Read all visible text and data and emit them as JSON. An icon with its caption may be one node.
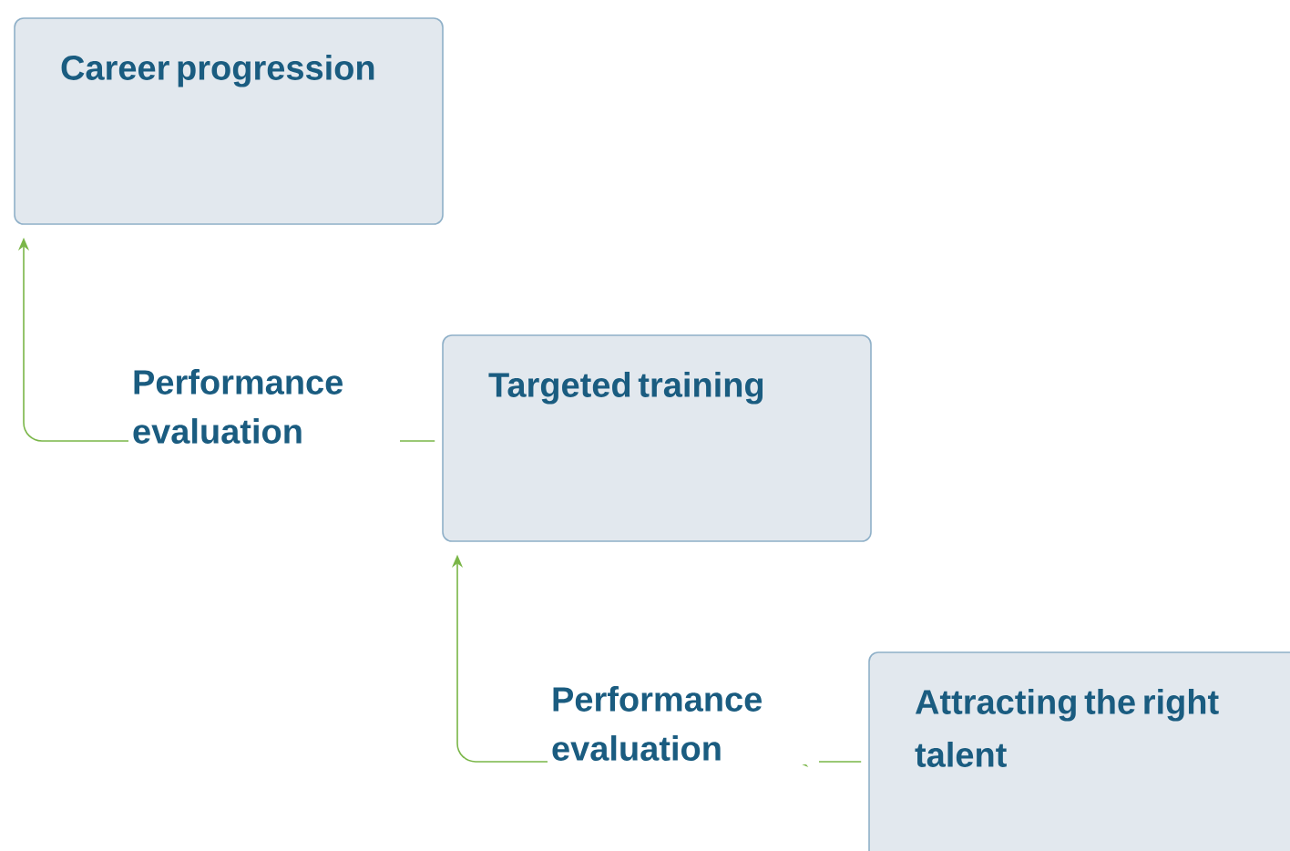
{
  "diagram": {
    "nodes": [
      {
        "text": [
          "Career progression"
        ]
      },
      {
        "text": [
          "Targeted training"
        ]
      },
      {
        "text": [
          "Attracting the right talent"
        ]
      }
    ],
    "edges": [
      {
        "from": 1,
        "to": 0,
        "arrow": "to",
        "label": "Performance evaluation"
      },
      {
        "from": 2,
        "to": 1,
        "arrow": "to",
        "label": "Performance evaluation"
      }
    ]
  }
}
